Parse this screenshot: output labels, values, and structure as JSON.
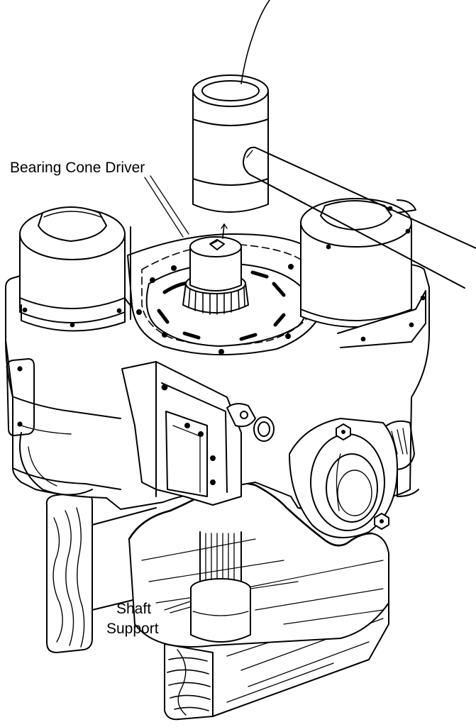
{
  "labels": {
    "bearing_cone_driver": "Bearing Cone Driver",
    "shaft_support_line1": "Shaft",
    "shaft_support_line2": "Support"
  },
  "colors": {
    "ink": "#000000",
    "paper": "#ffffff"
  }
}
